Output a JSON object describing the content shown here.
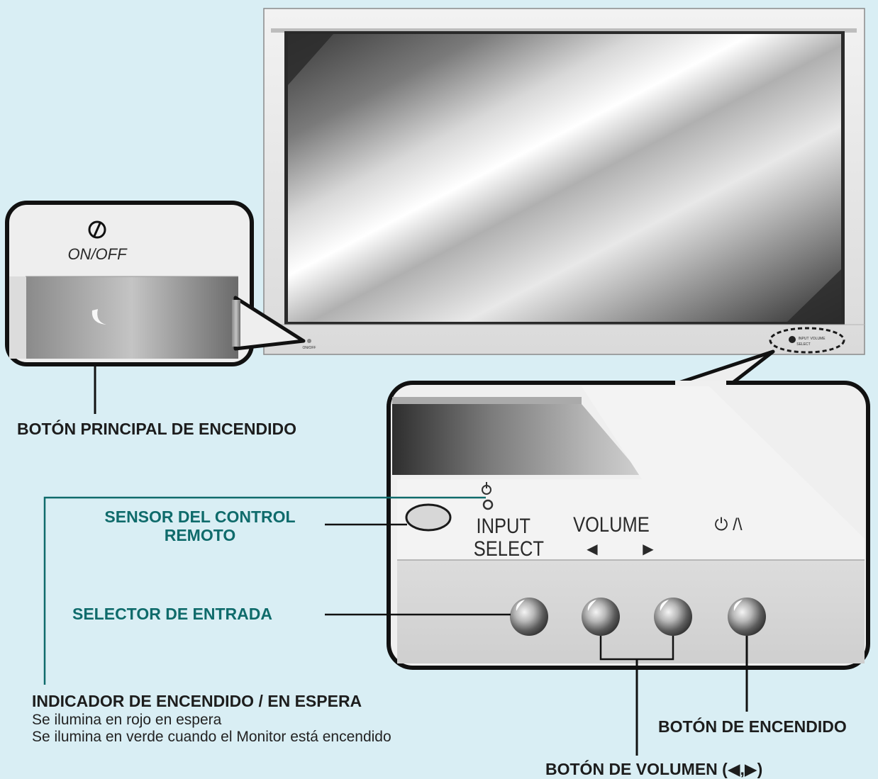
{
  "monitor": {
    "small_power_label": "ON/OFF",
    "mini_input": "INPUT",
    "mini_select": "SELECT",
    "mini_volume": "VOLUME"
  },
  "inset_power": {
    "label": "ON/OFF"
  },
  "inset_panel": {
    "input_label": "INPUT",
    "select_label": "SELECT",
    "volume_label": "VOLUME",
    "vol_left_glyph": "◀",
    "vol_right_glyph": "▶",
    "power_glyph": "⏻ /\\"
  },
  "labels": {
    "main_power": "BOTÓN PRINCIPAL DE ENCENDIDO",
    "sensor_line1": "SENSOR DEL CONTROL",
    "sensor_line2": "REMOTO",
    "input_selector": "SELECTOR DE ENTRADA",
    "indicator_title": "INDICADOR DE ENCENDIDO / EN ESPERA",
    "indicator_desc1": "Se ilumina en rojo en espera",
    "indicator_desc2": "Se ilumina en verde cuando el Monitor está encendido",
    "power_button": "BOTÓN DE ENCENDIDO",
    "volume_button": "BOTÓN DE VOLUMEN (◀,▶)"
  },
  "colors": {
    "background": "#d9eef4",
    "teal_label": "#0f6b6b",
    "dark_label": "#1d1d1d"
  }
}
